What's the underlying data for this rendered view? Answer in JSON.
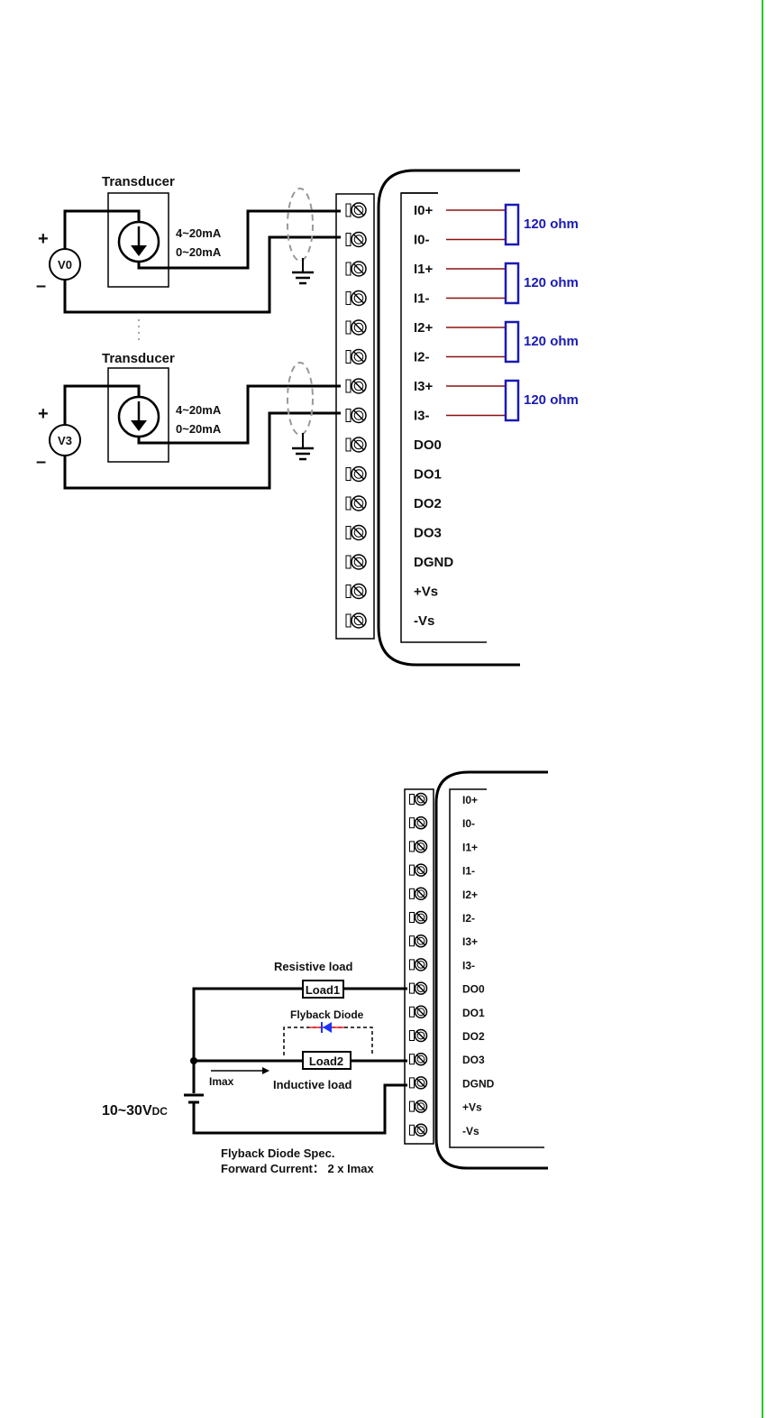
{
  "colors": {
    "resistor": "#1a1ab4",
    "analog_wire": "#8a1010",
    "shield": "#999999",
    "border_right": "#22cc22",
    "diode": "#1a33ff"
  },
  "top": {
    "transducer1": "Transducer",
    "transducer2": "Transducer",
    "range1_a": "4~20mA",
    "range1_b": "0~20mA",
    "range2_a": "4~20mA",
    "range2_b": "0~20mA",
    "source1": "V0",
    "source2": "V3",
    "plus": "+",
    "minus": "–",
    "pins": [
      "I0+",
      "I0-",
      "I1+",
      "I1-",
      "I2+",
      "I2-",
      "I3+",
      "I3-",
      "DO0",
      "DO1",
      "DO2",
      "DO3",
      "DGND",
      "+Vs",
      "-Vs"
    ],
    "resistors": [
      "120 ohm",
      "120 ohm",
      "120 ohm",
      "120 ohm"
    ]
  },
  "bottom": {
    "pins": [
      "I0+",
      "I0-",
      "I1+",
      "I1-",
      "I2+",
      "I2-",
      "I3+",
      "I3-",
      "DO0",
      "DO1",
      "DO2",
      "DO3",
      "DGND",
      "+Vs",
      "-Vs"
    ],
    "resistive_load": "Resistive load",
    "load1": "Load1",
    "load2": "Load2",
    "flyback_diode": "Flyback Diode",
    "inductive_load": "Inductive load",
    "imax": "Imax",
    "supply_main": "10~30V",
    "supply_sub": "DC",
    "spec_line1": "Flyback Diode Spec.",
    "spec_line2": "Forward Current： 2 x Imax"
  }
}
